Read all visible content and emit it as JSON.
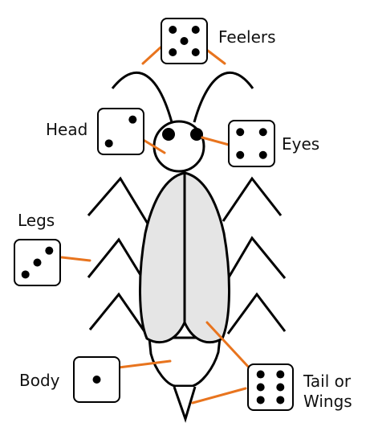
{
  "labels": {
    "feelers": "Feelers",
    "head": "Head",
    "eyes": "Eyes",
    "legs": "Legs",
    "body": "Body",
    "tail_line1": "Tail or",
    "tail_line2": "Wings"
  },
  "dice": {
    "feelers": 5,
    "head": 2,
    "eyes": 4,
    "legs": 3,
    "body": 1,
    "tail": 6
  },
  "icons": {
    "die": "die-icon",
    "insect": "beetle-drawing"
  },
  "colors": {
    "connector": "#e8741e",
    "outline": "#000000",
    "body_fill": "#e5e5e5",
    "background": "#ffffff"
  }
}
